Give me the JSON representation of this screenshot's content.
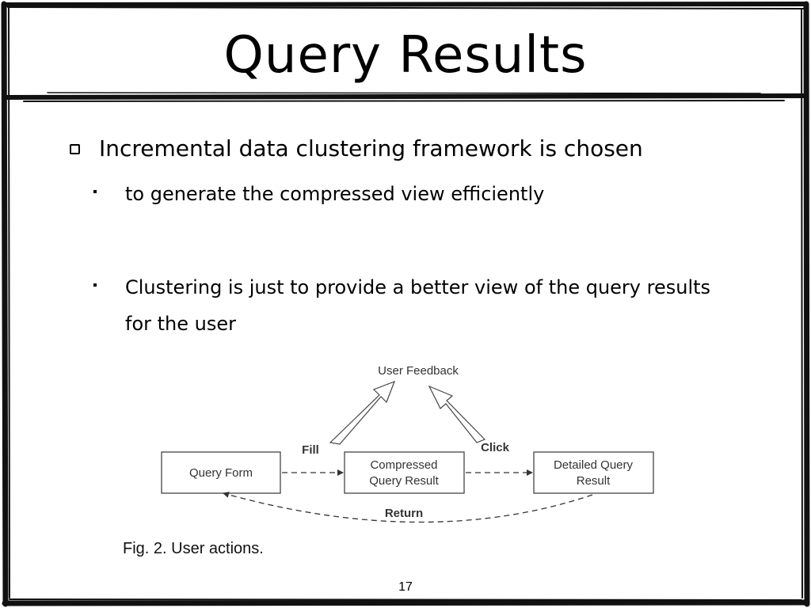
{
  "slide": {
    "title": "Query Results",
    "bullet_main": "Incremental data clustering framework is chosen",
    "sub_bullets": [
      "to generate  the compressed view efficiently",
      "Clustering is just to provide a better view of the query results for the user"
    ],
    "page_number": "17"
  },
  "diagram": {
    "nodes": {
      "user_feedback": "User Feedback",
      "query_form": "Query Form",
      "compressed_line1": "Compressed",
      "compressed_line2": "Query Result",
      "detailed_line1": "Detailed Query",
      "detailed_line2": "Result"
    },
    "edges": {
      "fill": "Fill",
      "click": "Click",
      "return": "Return"
    },
    "caption": "Fig. 2. User actions."
  },
  "colors": {
    "border": "#111111",
    "diagram_stroke": "#333333"
  }
}
